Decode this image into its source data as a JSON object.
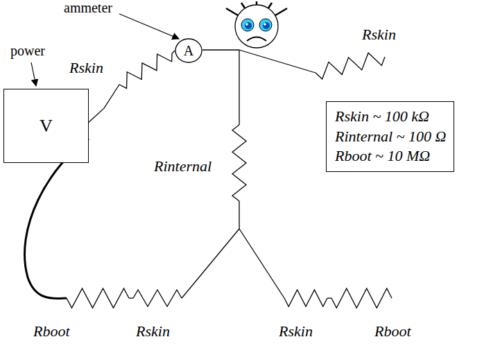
{
  "diagram": {
    "nodes": [
      {
        "text": [
          "A"
        ]
      },
      {
        "text": [
          "V"
        ]
      },
      {
        "text": [
          "Rskin ~ 100 kΩ",
          "Rinternal ~ 100 Ω",
          "Rboot ~ 10 MΩ"
        ]
      }
    ],
    "edges": [
      {
        "from": 1,
        "to": 0,
        "arrow": "none",
        "label": "Rskin"
      }
    ],
    "labels": [
      "ammeter",
      "power",
      "Rskin",
      "Rinternal",
      "Rboot",
      "Rskin",
      "Rskin",
      "Rboot"
    ]
  }
}
